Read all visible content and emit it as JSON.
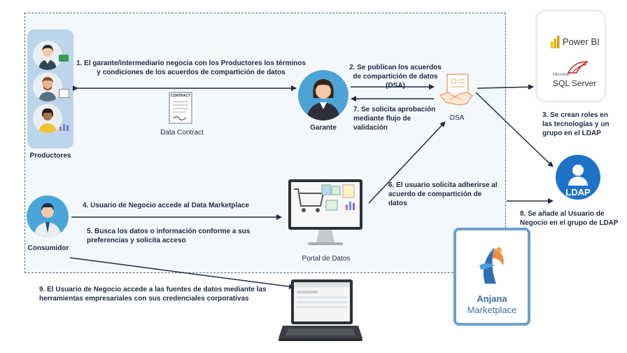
{
  "nodes": {
    "productores": "Productores",
    "garante": "Garante",
    "dsa": "DSA",
    "consumidor": "Consumidor",
    "portal": "Portal de Datos",
    "data_contract": "Data Contract",
    "contract_doc_title": "CONTRACT",
    "ldap": "LDAP",
    "anjana_line1": "Anjana",
    "anjana_line2": "Marketplace",
    "powerbi": "Power BI",
    "microsoft": "Microsoft",
    "sqlserver": "SQL Server"
  },
  "steps": {
    "s1": "1. El garante/intermediario negocia con los Productores los términos y condiciones de los acuerdos de compartición de datos",
    "s2": "2. Se publican los acuerdos de compartición de datos (DSA)",
    "s3": "3. Se crean roles en las tecnologías y un grupo en el LDAP",
    "s4": "4. Usuario de  Negocio accede al Data Marketplace",
    "s5": "5. Busca los datos o información conforme a sus preferencias y solicita acceso",
    "s6": "6. El usuario solicita adherirse al acuerdo de compartición de datos",
    "s7": "7. Se solicita aprobación mediante flujo de validación",
    "s8": "8. Se añade al Usuario de Negocio en el grupo de LDAP",
    "s9": "9. El Usuario de Negocio accede a las fuentes de datos mediante las herramientas empresariales con sus credenciales corporativas"
  },
  "colors": {
    "arrow": "#1f2a44",
    "boundary": "#5a6b7d",
    "ldap_blue": "#1e73c8",
    "anjana_border": "#6e9fd0",
    "powerbi_yellow": "#f2c811",
    "sql_red": "#c4262e",
    "dsa_orange": "#f3a46b"
  }
}
